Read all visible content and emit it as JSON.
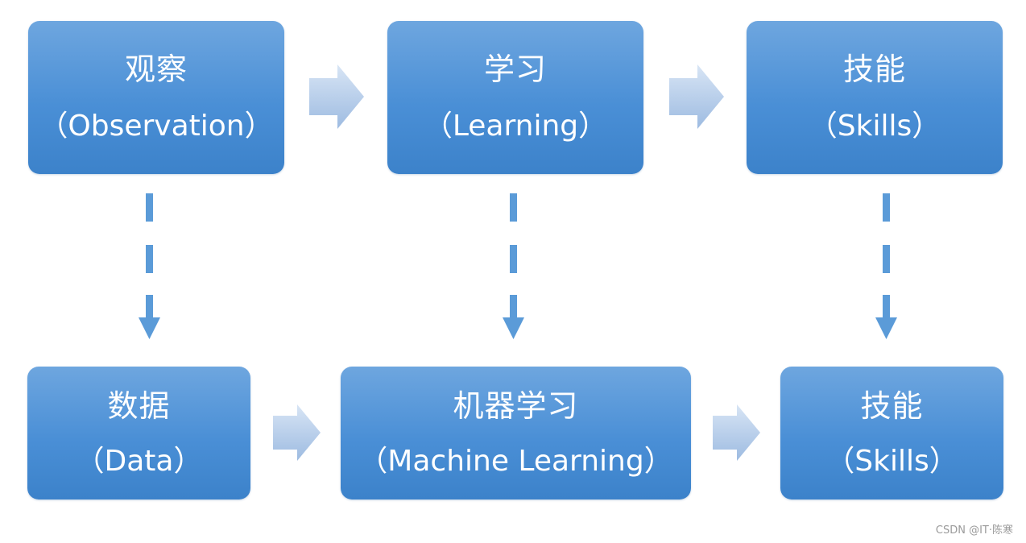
{
  "diagram": {
    "top_row": [
      {
        "zh": "观察",
        "en": "（Observation）"
      },
      {
        "zh": "学习",
        "en": "（Learning）"
      },
      {
        "zh": "技能",
        "en": "（Skills）"
      }
    ],
    "bottom_row": [
      {
        "zh": "数据",
        "en": "（Data）"
      },
      {
        "zh": "机器学习",
        "en": "（Machine Learning）"
      },
      {
        "zh": "技能",
        "en": "（Skills）"
      }
    ]
  },
  "colors": {
    "box_top": "#6ea6df",
    "box_bottom": "#3c82ca",
    "arrow_light": "#d5e3f4",
    "arrow_dark": "#9fbde2",
    "dash": "#5b9bd8"
  },
  "watermark": "CSDN @IT·陈寒"
}
